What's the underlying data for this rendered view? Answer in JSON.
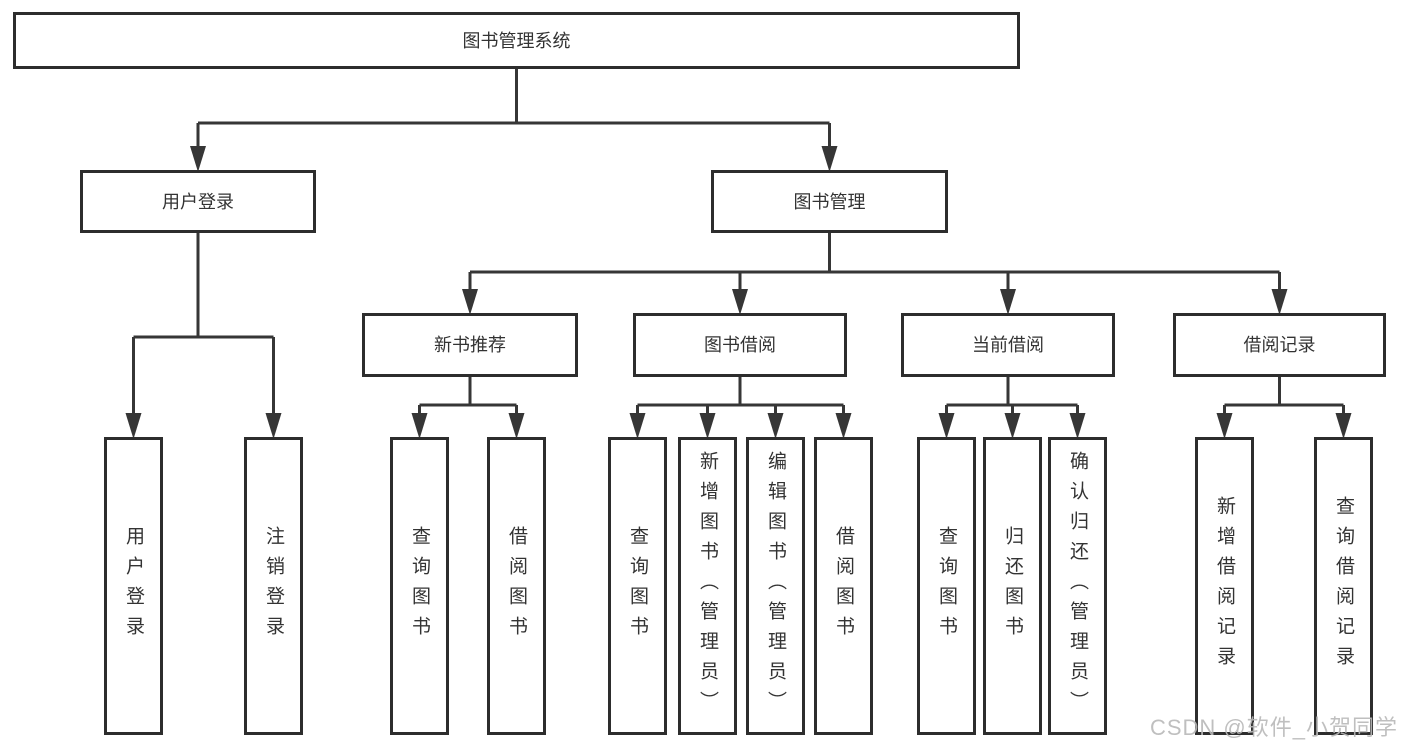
{
  "diagram": {
    "type": "hierarchy-tree",
    "colors": {
      "background": "#ffffff",
      "box_border": "#2d2d2d",
      "connector_line": "#363636",
      "text": "#333333",
      "watermark_text": "#b9b9b9"
    }
  },
  "tree": {
    "label": "图书管理系统",
    "children": [
      {
        "label": "用户登录",
        "children": [
          {
            "label": "用户登录"
          },
          {
            "label": "注销登录"
          }
        ]
      },
      {
        "label": "图书管理",
        "children": [
          {
            "label": "新书推荐",
            "children": [
              {
                "label": "查询图书"
              },
              {
                "label": "借阅图书"
              }
            ]
          },
          {
            "label": "图书借阅",
            "children": [
              {
                "label": "查询图书"
              },
              {
                "label": "新增图书（管理员）"
              },
              {
                "label": "编辑图书（管理员）"
              },
              {
                "label": "借阅图书"
              }
            ]
          },
          {
            "label": "当前借阅",
            "children": [
              {
                "label": "查询图书"
              },
              {
                "label": "归还图书"
              },
              {
                "label": "确认归还（管理员）"
              }
            ]
          },
          {
            "label": "借阅记录",
            "children": [
              {
                "label": "新增借阅记录"
              },
              {
                "label": "查询借阅记录"
              }
            ]
          }
        ]
      }
    ]
  },
  "watermark": {
    "text": "CSDN @软件_小贺同学"
  }
}
